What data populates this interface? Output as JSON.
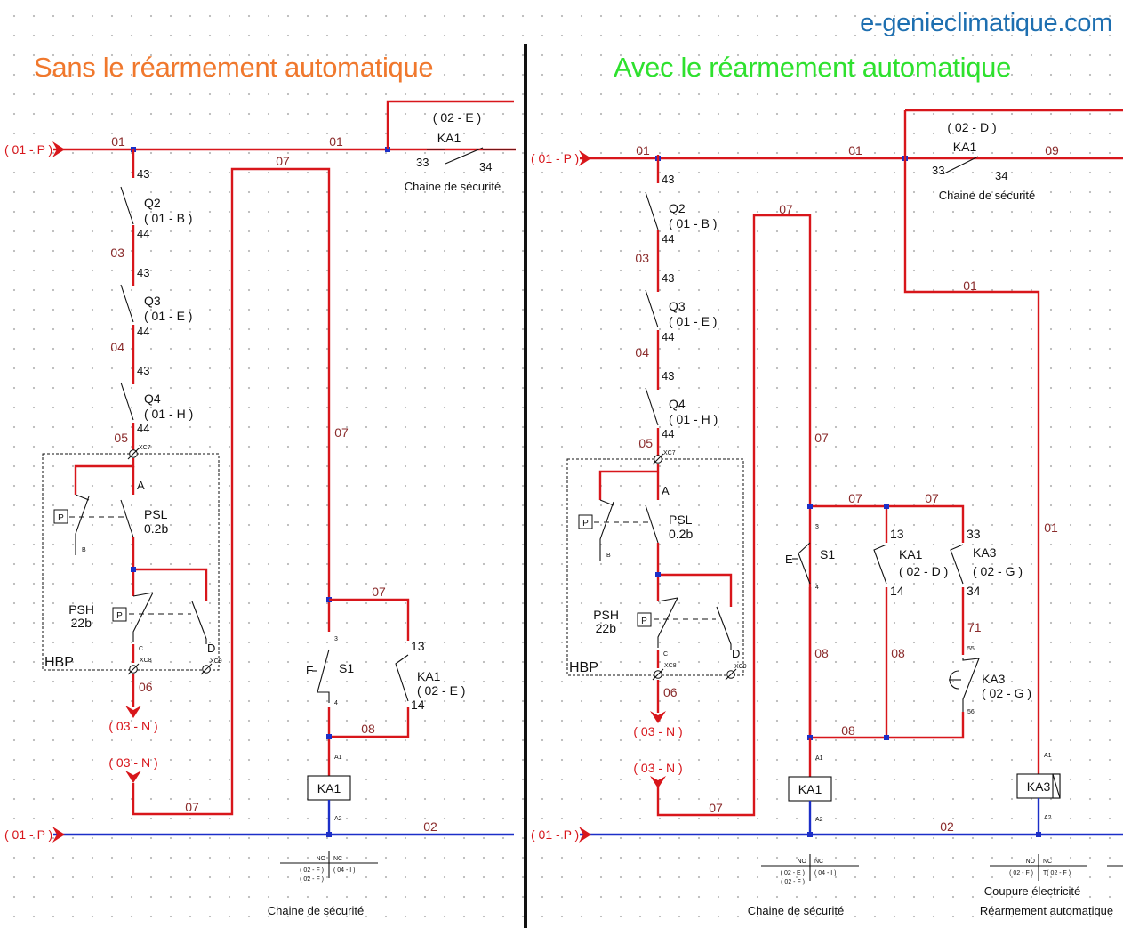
{
  "website": "e-genieclimatique.com",
  "titles": {
    "left": "Sans le réarmement automatique",
    "right": "Avec le réarmement automatique"
  },
  "colors": {
    "phase_wire": "#d8161b",
    "neutral_wire": "#1c2fc8",
    "left_title": "#f0782d",
    "right_title": "#2ee12e",
    "website": "#1e6fb0",
    "wire_number": "#8a2b2b",
    "terminal_ref": "#d8161b"
  },
  "left": {
    "phase_in": "( 01 - P )",
    "neutral_in": "( 01 - P )",
    "neutral_out": "( 03 - N )",
    "neutral_ret": "( 03 - N )",
    "hbp": "HBP",
    "xc7": "XC7",
    "xc8": "XC8",
    "xc9": "XC9",
    "psl": "PSL",
    "psl_val": "0.2b",
    "psh": "PSH",
    "psh_val": "22b",
    "p": "P",
    "a": "A",
    "b": "B",
    "c": "C",
    "d": "D",
    "q2": "Q2",
    "q2_ref": "( 01 - B )",
    "q3": "Q3",
    "q3_ref": "( 01 - E )",
    "q4": "Q4",
    "q4_ref": "( 01 - H )",
    "t43": "43",
    "t44": "44",
    "w01": "01",
    "w03": "03",
    "w04": "04",
    "w05": "05",
    "w06": "06",
    "w07": "07",
    "w08": "08",
    "w02": "02",
    "ka1_ref_top": "( 02 - E )",
    "ka1": "KA1",
    "t33": "33",
    "t34": "34",
    "chain": "Chaine de sécurité",
    "s1": "S1",
    "e": "E",
    "t3": "3",
    "t4": "4",
    "t13": "13",
    "t14": "14",
    "ka1_mid": "KA1",
    "ka1_mid_ref": "( 02 - E )",
    "a1": "A1",
    "a2": "A2",
    "coil": "KA1",
    "no": "NO",
    "nc": "NC",
    "no_refs": [
      "( 02 - F )",
      "( 02 - F )"
    ],
    "nc_refs": [
      "( 04 - I )"
    ],
    "chain_bottom": "Chaine de sécurité"
  },
  "right": {
    "phase_in": "( 01 - P )",
    "neutral_in": "( 01 - P )",
    "neutral_out": "( 03 - N )",
    "neutral_ret": "( 03 - N )",
    "hbp": "HBP",
    "xc7": "XC7",
    "xc8": "XC8",
    "xc9": "XC9",
    "psl": "PSL",
    "psl_val": "0.2b",
    "psh": "PSH",
    "psh_val": "22b",
    "p": "P",
    "a": "A",
    "b": "B",
    "c": "C",
    "d": "D",
    "q2": "Q2",
    "q2_ref": "( 01 - B )",
    "q3": "Q3",
    "q3_ref": "( 01 - E )",
    "q4": "Q4",
    "q4_ref": "( 01 - H )",
    "t43": "43",
    "t44": "44",
    "w01": "01",
    "w03": "03",
    "w04": "04",
    "w05": "05",
    "w06": "06",
    "w07": "07",
    "w08": "08",
    "w09": "09",
    "w71": "71",
    "w02": "02",
    "ka1_ref_top": "( 02 - D )",
    "ka1": "KA1",
    "t33": "33",
    "t34": "34",
    "chain": "Chaine de sécurité",
    "s1": "S1",
    "e": "E",
    "t3": "3",
    "t4": "4",
    "t13": "13",
    "t14": "14",
    "ka1_mid": "KA1",
    "ka1_mid_ref": "( 02 - D )",
    "ka3": "KA3",
    "ka3_ref": "( 02 - G )",
    "ka3_t": "KA3",
    "ka3_t_ref": "( 02 - G )",
    "t55": "55",
    "t56": "56",
    "a1": "A1",
    "a2": "A2",
    "coil_ka1": "KA1",
    "coil_ka3": "KA3",
    "no": "NO",
    "nc": "NC",
    "ka1_no_refs": [
      "( 02 - E )",
      "( 02 - F )"
    ],
    "ka1_nc_refs": [
      "( 04 - I )"
    ],
    "ka3_no_refs": [
      "( 02 - F )"
    ],
    "ka3_nc_refs": [
      "T( 02 - F )"
    ],
    "chain_bottom": "Chaine de sécurité",
    "coupure": "Coupure électricité",
    "rearm": "Réarmement automatique"
  }
}
